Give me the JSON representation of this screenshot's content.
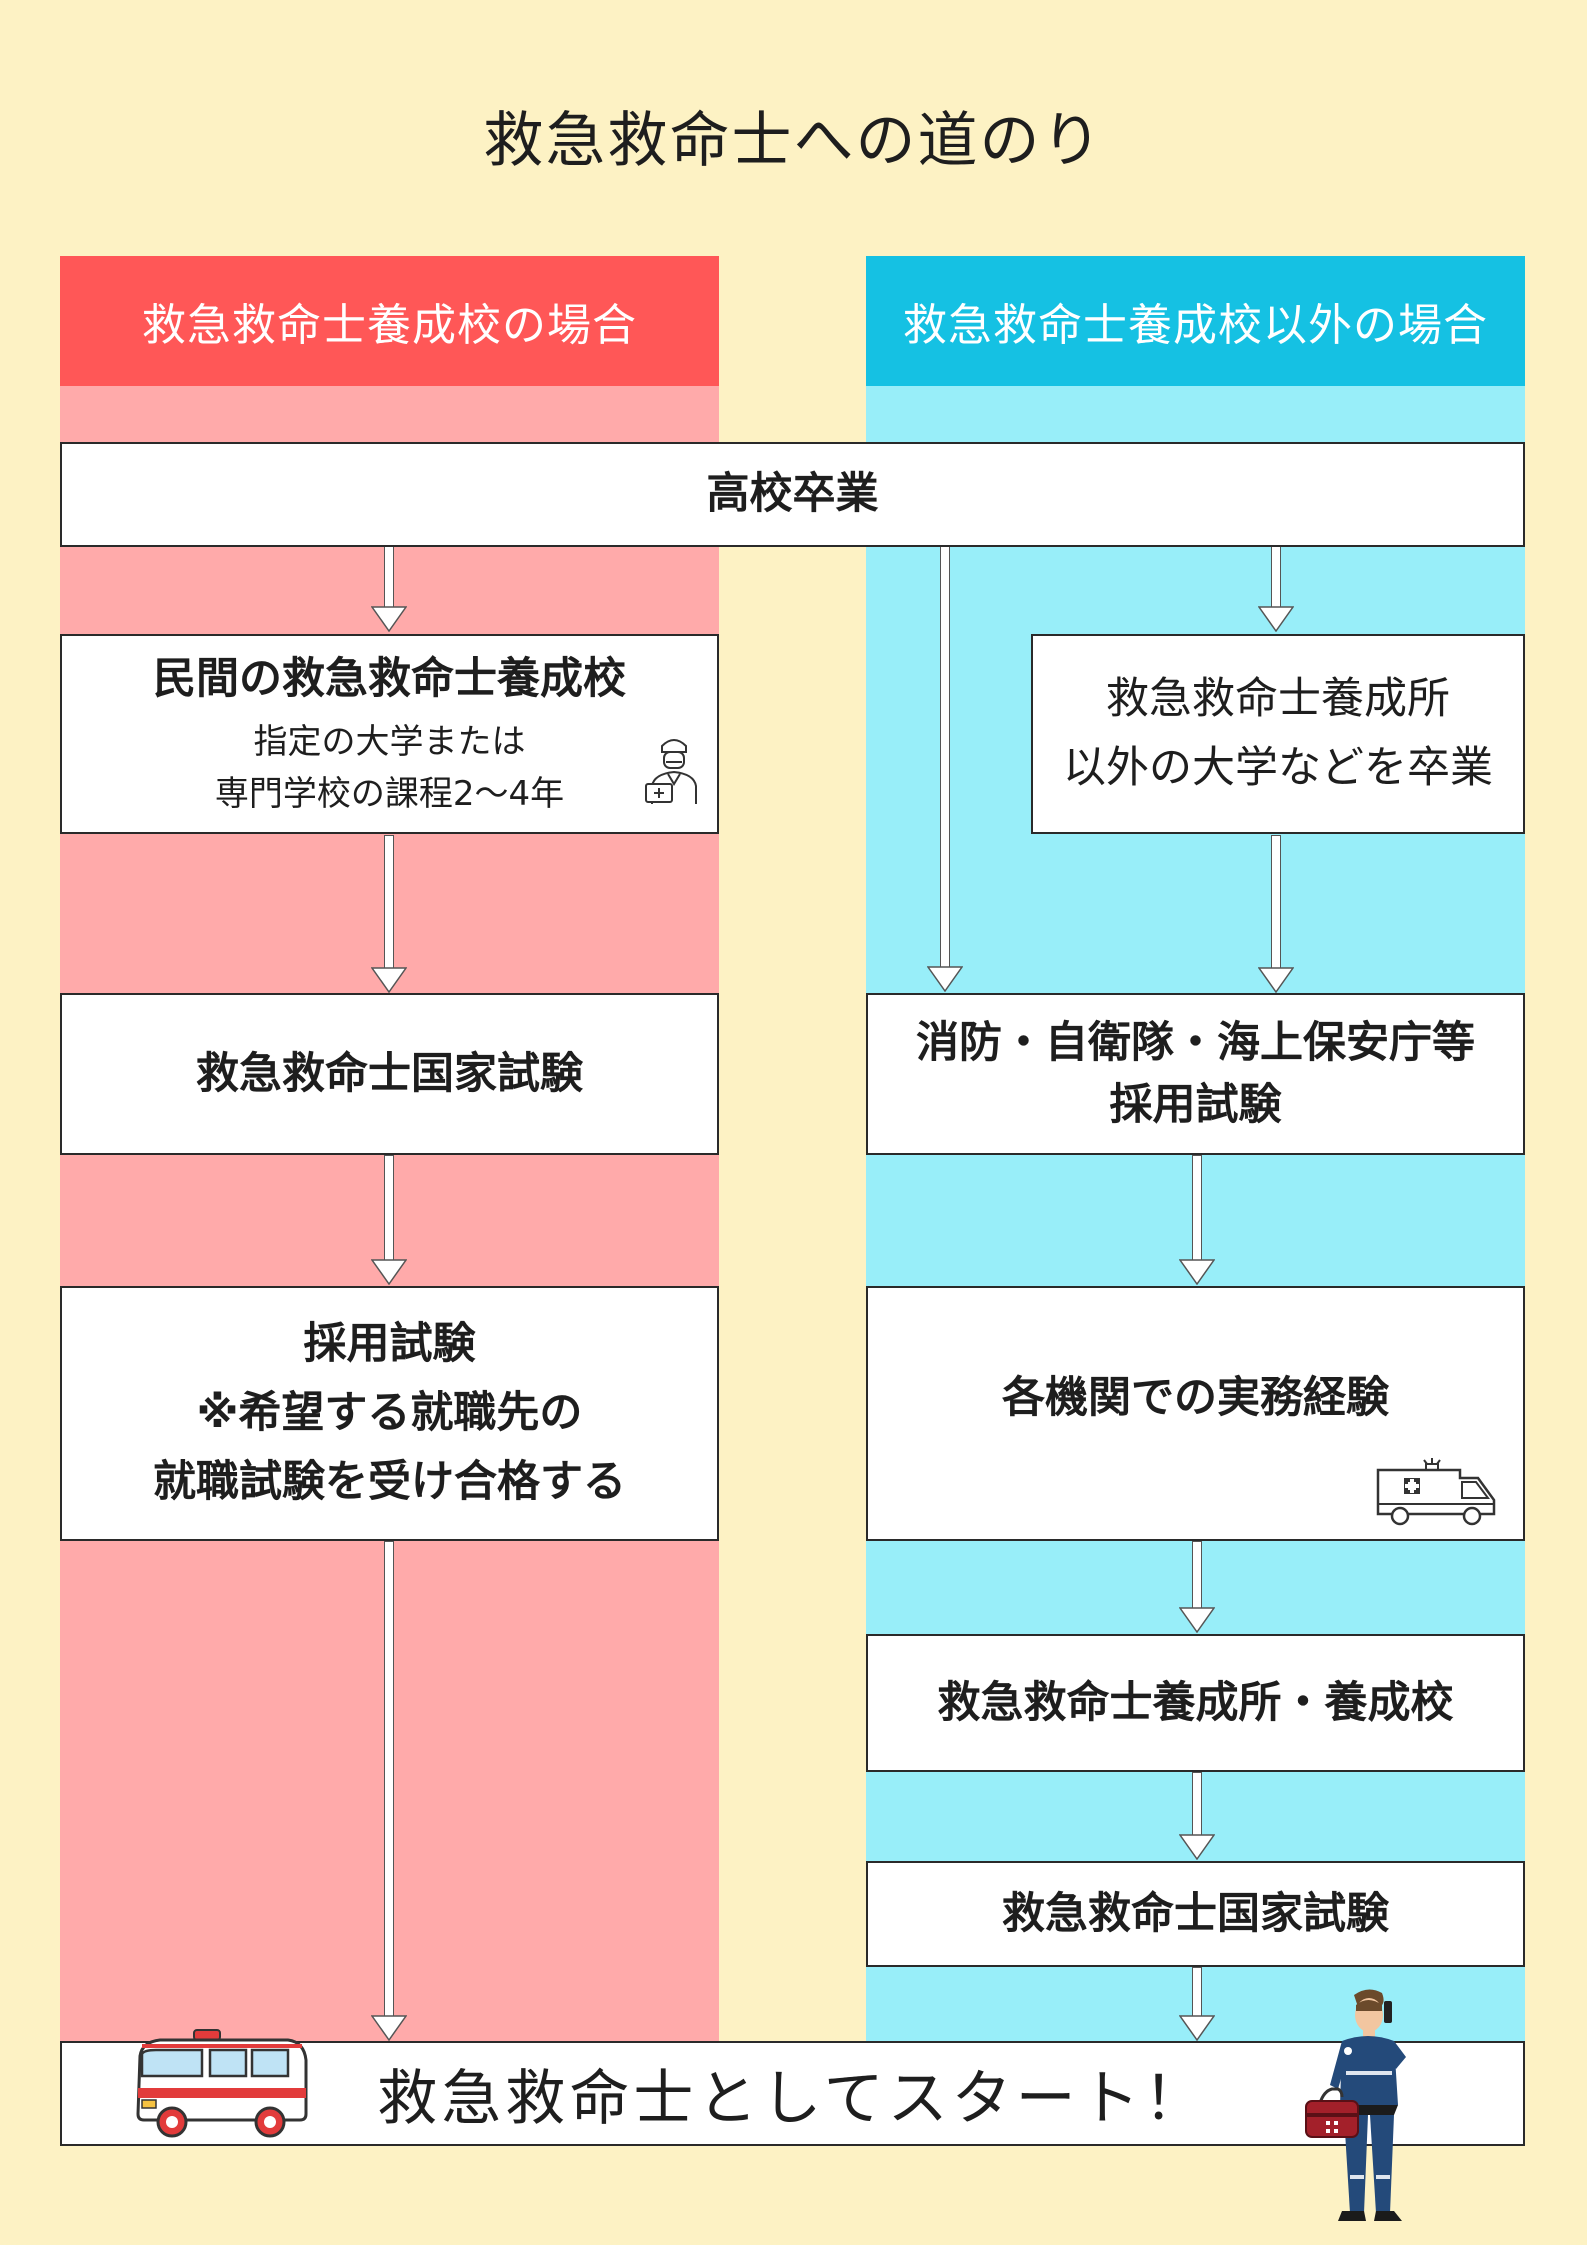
{
  "title": "救急救命士への道のり",
  "columns": {
    "left_header": "救急救命士養成校の場合",
    "right_header": "救急救命士養成校以外の場合"
  },
  "colors": {
    "background": "#fdf2c4",
    "left_header": "#ff5757",
    "left_column": "#ffaaaa",
    "right_header": "#15c1e3",
    "right_column": "#98eef9"
  },
  "shared": {
    "high_school": "高校卒業",
    "final": "救急救命士としてスタート！"
  },
  "left": {
    "school": {
      "title": "民間の救急救命士養成校",
      "line1": "指定の大学または",
      "line2": "専門学校の課程2〜4年"
    },
    "national_exam": "救急救命士国家試験",
    "employment": {
      "line1": "採用試験",
      "line2": "※希望する就職先の",
      "line3": "就職試験を受け合格する"
    }
  },
  "right": {
    "university": {
      "line1": "救急救命士養成所",
      "line2": "以外の大学などを卒業"
    },
    "recruit_exam": {
      "line1": "消防・自衛隊・海上保安庁等",
      "line2": "採用試験"
    },
    "experience": "各機関での実務経験",
    "training": "救急救命士養成所・養成校",
    "national_exam": "救急救命士国家試験"
  },
  "icons": {
    "doctor": "doctor-icon",
    "ambulance_small": "ambulance-icon",
    "ambulance_large": "ambulance-illustration",
    "paramedic": "paramedic-illustration"
  }
}
